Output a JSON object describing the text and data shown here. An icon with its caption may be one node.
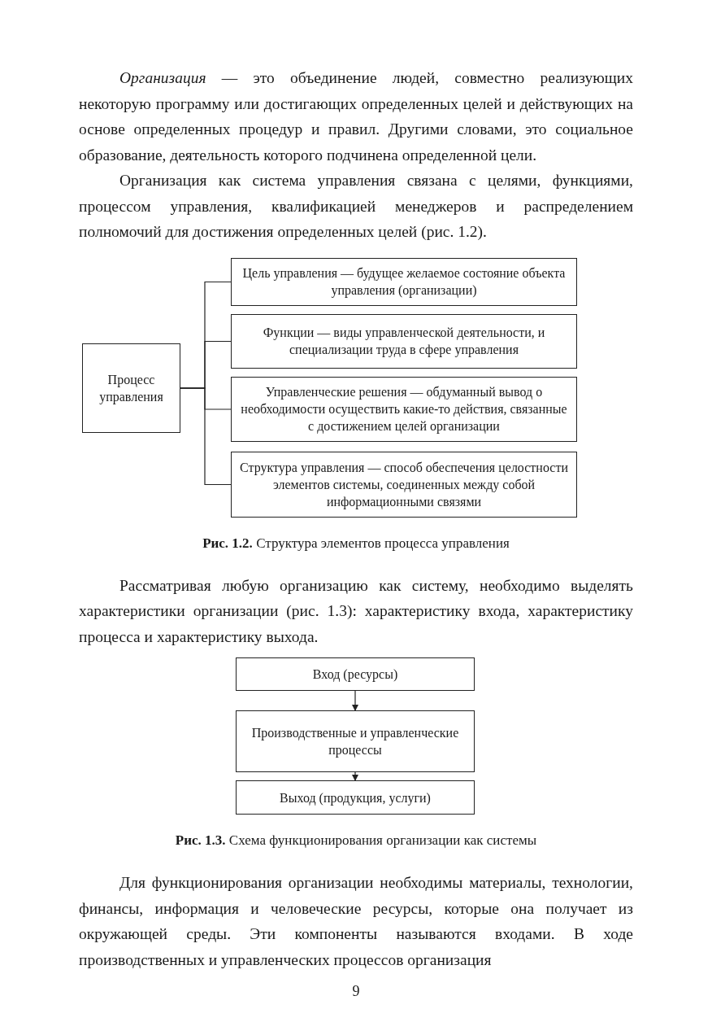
{
  "diagram": {
    "nodes": [
      {
        "text": [
          "Процесс управления"
        ]
      },
      {
        "text": [
          "Цель управления — будущее желаемое состояние объекта управления (организации)"
        ]
      },
      {
        "text": [
          "Функции — виды управленческой деятельности, и специализации труда в сфере управления"
        ]
      },
      {
        "text": [
          "Управленческие решения — обдуманный вывод о необходимости осуществить какие-то действия, связанные с достижением целей организации"
        ]
      },
      {
        "text": [
          "Структура управления — способ обеспечения целостности элементов системы, соединенных между собой информационными связями"
        ]
      },
      {
        "text": [
          "Вход (ресурсы)"
        ]
      },
      {
        "text": [
          "Производственные и управленческие процессы"
        ]
      },
      {
        "text": [
          "Выход (продукция, услуги)"
        ]
      }
    ],
    "edges": [
      {
        "from": 0,
        "to": 1,
        "arrow": "none"
      },
      {
        "from": 0,
        "to": 2,
        "arrow": "none"
      },
      {
        "from": 0,
        "to": 3,
        "arrow": "none"
      },
      {
        "from": 0,
        "to": 4,
        "arrow": "none"
      },
      {
        "from": 5,
        "to": 6,
        "arrow": "to"
      },
      {
        "from": 6,
        "to": 7,
        "arrow": "to"
      }
    ],
    "labels": [
      "*Организация* — это объединение людей, совместно реализующих некоторую программу или достигающих определенных целей и действующих на основе определенных процедур и правил. Другими словами, это социальное образование, деятельность которого подчинена определенной цели.",
      "Организация как система управления связана с целями, функциями, процессом управления, квалификацией менеджеров и распределением полномочий для достижения определенных целей (рис. 1.2).",
      "**Рис. 1.2.** Структура элементов процесса управления",
      "Рассматривая любую организацию как систему, необходимо выделять характеристики организации (рис. 1.3): характеристику входа, характеристику процесса и характеристику выхода.",
      "**Рис. 1.3.** Схема функционирования организации как системы",
      "Для функционирования организации необходимы материалы, технологии, финансы, информация и человеческие ресурсы, которые она получает из окружающей среды. Эти компоненты называются входами. В ходе производственных и управленческих процессов организация",
      "9"
    ]
  }
}
